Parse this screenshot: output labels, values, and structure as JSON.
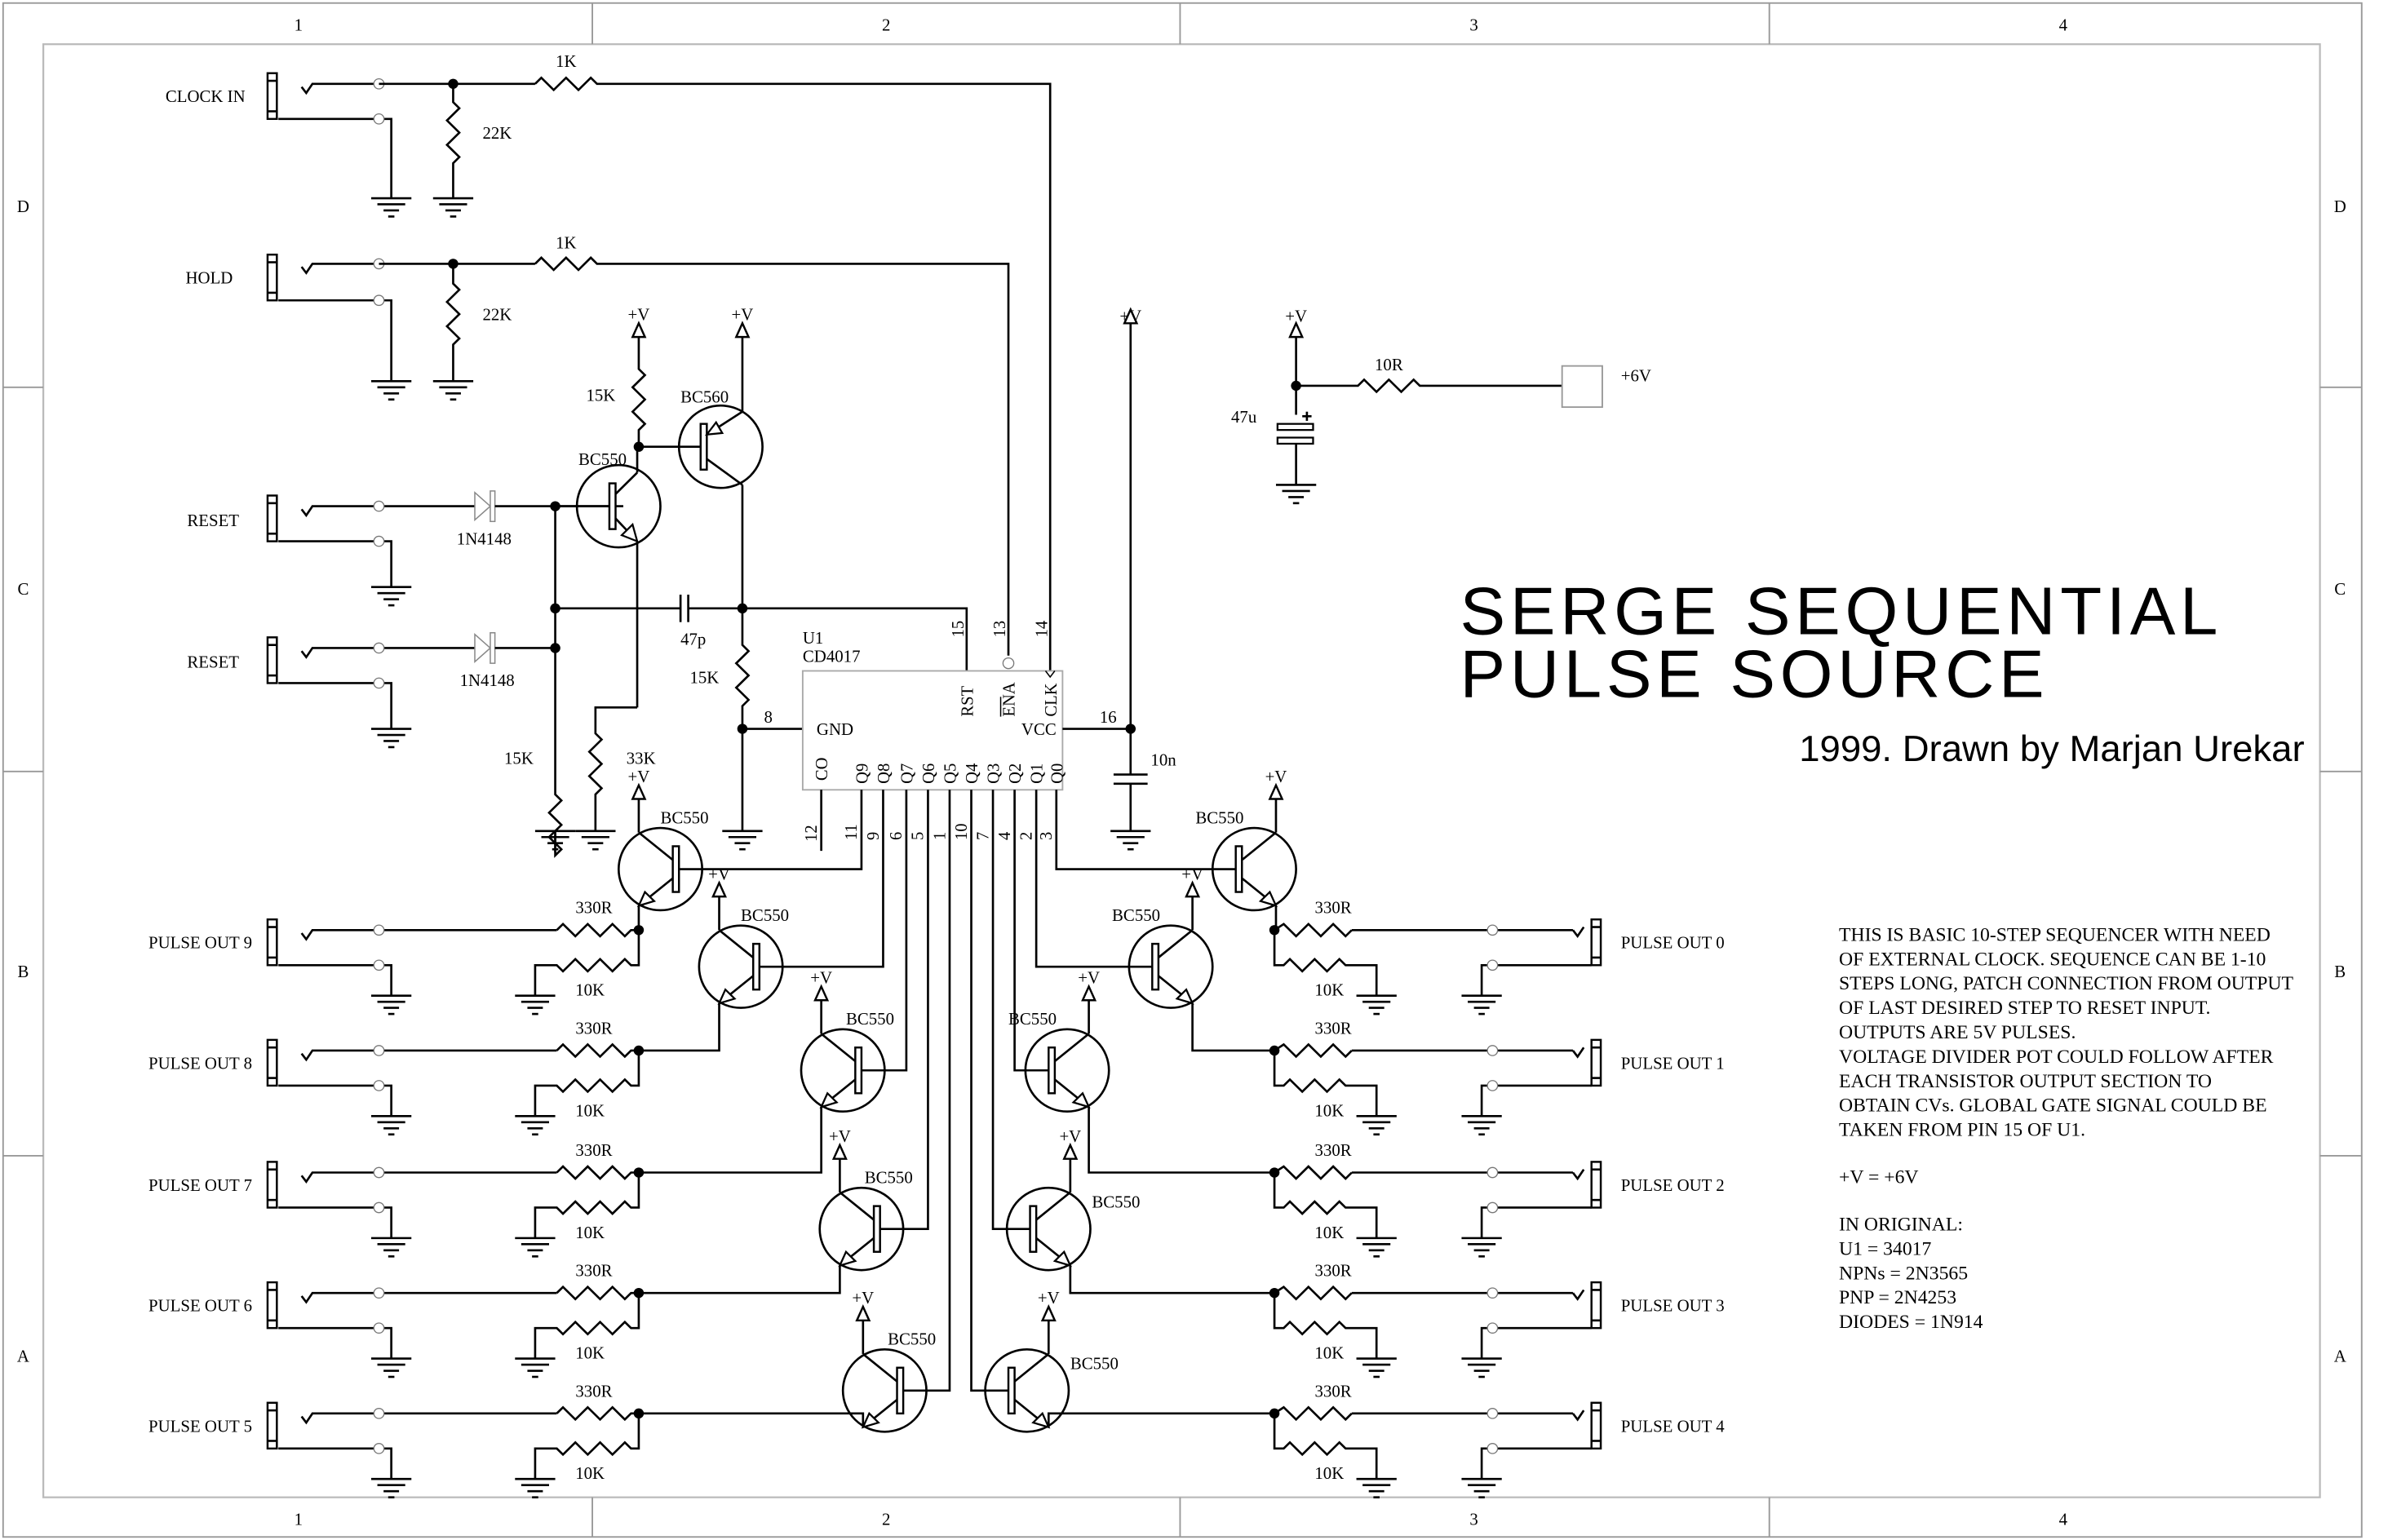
{
  "sheet": {
    "grid_columns": [
      "1",
      "2",
      "3",
      "4"
    ],
    "grid_rows": [
      "D",
      "C",
      "B",
      "A"
    ]
  },
  "title": {
    "line1": "SERGE SEQUENTIAL",
    "line2": "PULSE SOURCE",
    "credit": "1999. Drawn by Marjan Urekar"
  },
  "inputs": [
    {
      "label": "CLOCK IN",
      "series_resistor": "1K",
      "pulldown": "22K"
    },
    {
      "label": "HOLD",
      "series_resistor": "1K",
      "pulldown": "22K"
    },
    {
      "label": "RESET",
      "diode": "1N4148"
    },
    {
      "label": "RESET",
      "diode": "1N4148"
    }
  ],
  "reset_stage": {
    "npn": "BC550",
    "pnp": "BC560",
    "r_collector": "15K",
    "r_base": "15K",
    "r_emitter": "33K",
    "r_out": "15K",
    "cap": "47p",
    "supply": "+V"
  },
  "ic": {
    "ref": "U1",
    "part": "CD4017",
    "pins_top": [
      {
        "name": "RST",
        "num": "15"
      },
      {
        "name": "ENA",
        "num": "13"
      },
      {
        "name": "CLK",
        "num": "14"
      }
    ],
    "pin_gnd": {
      "name": "GND",
      "num": "8"
    },
    "pin_vcc": {
      "name": "VCC",
      "num": "16"
    },
    "pins_bottom": [
      {
        "name": "CO",
        "num": "12"
      },
      {
        "name": "Q9",
        "num": "11"
      },
      {
        "name": "Q8",
        "num": "9"
      },
      {
        "name": "Q7",
        "num": "6"
      },
      {
        "name": "Q6",
        "num": "5"
      },
      {
        "name": "Q5",
        "num": "1"
      },
      {
        "name": "Q4",
        "num": "10"
      },
      {
        "name": "Q3",
        "num": "7"
      },
      {
        "name": "Q2",
        "num": "4"
      },
      {
        "name": "Q1",
        "num": "2"
      },
      {
        "name": "Q0",
        "num": "3"
      }
    ],
    "decoupling_cap": "10n"
  },
  "power": {
    "supply": "+V",
    "cap": "47u",
    "resistor": "10R",
    "connector": "+6V"
  },
  "outputs_left": [
    {
      "label": "PULSE OUT 9",
      "transistor": "BC550",
      "series": "330R",
      "pulldown": "10K"
    },
    {
      "label": "PULSE OUT 8",
      "transistor": "BC550",
      "series": "330R",
      "pulldown": "10K"
    },
    {
      "label": "PULSE OUT 7",
      "transistor": "BC550",
      "series": "330R",
      "pulldown": "10K"
    },
    {
      "label": "PULSE OUT 6",
      "transistor": "BC550",
      "series": "330R",
      "pulldown": "10K"
    },
    {
      "label": "PULSE OUT 5",
      "transistor": "BC550",
      "series": "330R",
      "pulldown": "10K"
    }
  ],
  "outputs_right": [
    {
      "label": "PULSE OUT 0",
      "transistor": "BC550",
      "series": "330R",
      "pulldown": "10K"
    },
    {
      "label": "PULSE OUT 1",
      "transistor": "BC550",
      "series": "330R",
      "pulldown": "10K"
    },
    {
      "label": "PULSE OUT 2",
      "transistor": "BC550",
      "series": "330R",
      "pulldown": "10K"
    },
    {
      "label": "PULSE OUT 3",
      "transistor": "BC550",
      "series": "330R",
      "pulldown": "10K"
    },
    {
      "label": "PULSE OUT 4",
      "transistor": "BC550",
      "series": "330R",
      "pulldown": "10K"
    }
  ],
  "notes": {
    "description": [
      "THIS IS BASIC 10-STEP SEQUENCER WITH NEED",
      "OF EXTERNAL CLOCK. SEQUENCE CAN BE 1-10",
      "STEPS LONG, PATCH CONNECTION FROM OUTPUT",
      "OF LAST DESIRED STEP TO RESET INPUT.",
      "OUTPUTS ARE 5V PULSES.",
      "VOLTAGE DIVIDER POT COULD FOLLOW AFTER",
      "EACH TRANSISTOR OUTPUT SECTION TO",
      "OBTAIN CVs. GLOBAL GATE SIGNAL COULD BE",
      "TAKEN FROM PIN 15 OF U1."
    ],
    "supply_note": "+V = +6V",
    "original_header": "IN ORIGINAL:",
    "original_parts": [
      "U1 = 34017",
      "NPNs = 2N3565",
      "PNP  =  2N4253",
      "DIODES = 1N914"
    ]
  }
}
